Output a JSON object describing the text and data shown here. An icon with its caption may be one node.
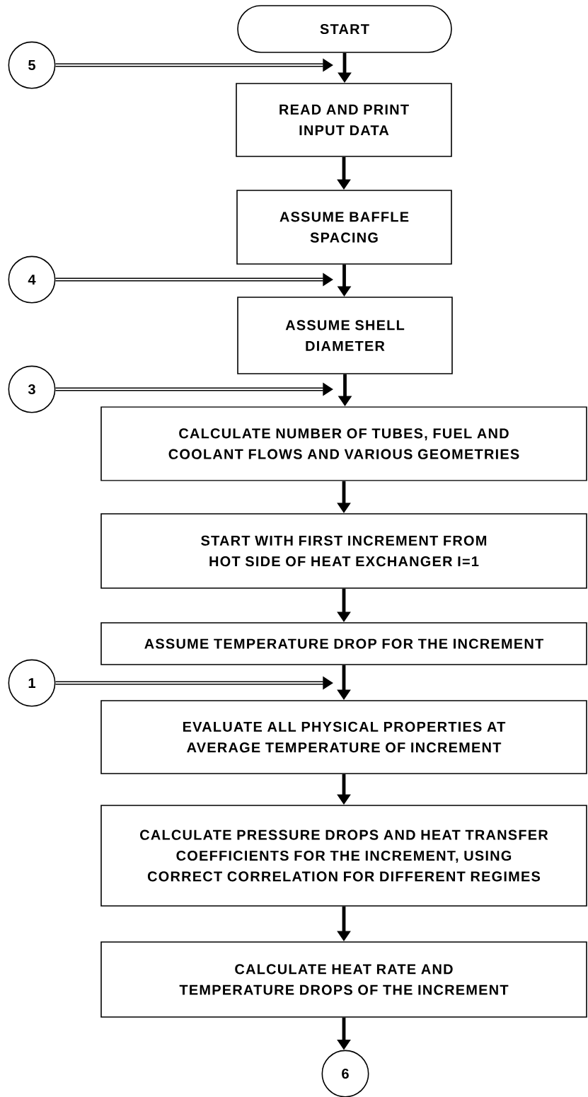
{
  "diagram": {
    "nodes": [
      {
        "text": [
          "START"
        ]
      },
      {
        "text": [
          "5"
        ]
      },
      {
        "text": [
          "READ AND PRINT INPUT DATA"
        ]
      },
      {
        "text": [
          "ASSUME BAFFLE SPACING"
        ]
      },
      {
        "text": [
          "4"
        ]
      },
      {
        "text": [
          "ASSUME SHELL DIAMETER"
        ]
      },
      {
        "text": [
          "3"
        ]
      },
      {
        "text": [
          "CALCULATE NUMBER OF TUBES, FUEL AND COOLANT FLOWS AND VARIOUS GEOMETRIES"
        ]
      },
      {
        "text": [
          "START WITH FIRST INCREMENT FROM HOT SIDE OF HEAT EXCHANGER I=1"
        ]
      },
      {
        "text": [
          "ASSUME TEMPERATURE DROP FOR THE INCREMENT"
        ]
      },
      {
        "text": [
          "1"
        ]
      },
      {
        "text": [
          "EVALUATE ALL PHYSICAL PROPERTIES AT AVERAGE TEMPERATURE OF INCREMENT"
        ]
      },
      {
        "text": [
          "CALCULATE PRESSURE DROPS AND HEAT TRANSFER COEFFICIENTS FOR THE INCREMENT, USING CORRECT CORRELATION FOR DIFFERENT REGIMES"
        ]
      },
      {
        "text": [
          "CALCULATE HEAT RATE AND TEMPERATURE DROPS OF THE INCREMENT"
        ]
      },
      {
        "text": [
          "6"
        ]
      }
    ],
    "edges": [
      {
        "from": 0,
        "to": 2,
        "arrow": "to"
      },
      {
        "from": 1,
        "to": 2,
        "arrow": "to"
      },
      {
        "from": 2,
        "to": 3,
        "arrow": "to"
      },
      {
        "from": 3,
        "to": 5,
        "arrow": "to"
      },
      {
        "from": 4,
        "to": 5,
        "arrow": "to"
      },
      {
        "from": 5,
        "to": 7,
        "arrow": "to"
      },
      {
        "from": 6,
        "to": 7,
        "arrow": "to"
      },
      {
        "from": 7,
        "to": 8,
        "arrow": "to"
      },
      {
        "from": 8,
        "to": 9,
        "arrow": "to"
      },
      {
        "from": 9,
        "to": 11,
        "arrow": "to"
      },
      {
        "from": 10,
        "to": 11,
        "arrow": "to"
      },
      {
        "from": 11,
        "to": 12,
        "arrow": "to"
      },
      {
        "from": 12,
        "to": 13,
        "arrow": "to"
      },
      {
        "from": 13,
        "to": 14,
        "arrow": "to"
      }
    ]
  }
}
